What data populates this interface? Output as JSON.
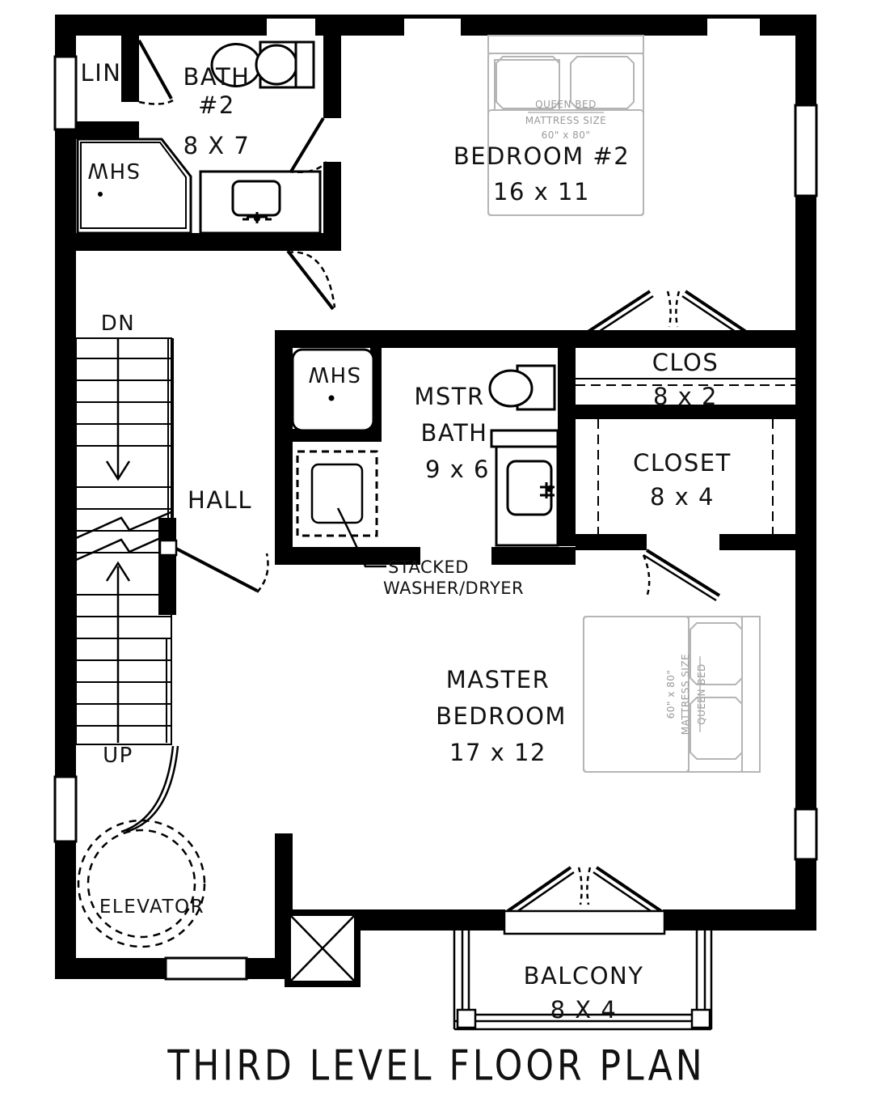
{
  "document": {
    "title": "THIRD LEVEL FLOOR PLAN",
    "type": "architectural-floor-plan",
    "line_color": "#000000",
    "background_color": "#ffffff",
    "furniture_line_color": "#9a9a9a"
  },
  "rooms": [
    {
      "id": "lin",
      "name": "LIN",
      "dimensions": ""
    },
    {
      "id": "bath2",
      "name": "BATH",
      "name2": "#2",
      "dimensions": "8 X 7"
    },
    {
      "id": "bedroom2",
      "name": "BEDROOM #2",
      "dimensions": "16 x 11"
    },
    {
      "id": "hall",
      "name": "HALL",
      "dimensions": ""
    },
    {
      "id": "mstr_bath",
      "name": "MSTR",
      "name2": "BATH",
      "dimensions": "9 x 6"
    },
    {
      "id": "clos",
      "name": "CLOS",
      "dimensions": "8 x 2"
    },
    {
      "id": "closet",
      "name": "CLOSET",
      "dimensions": "8 x 4"
    },
    {
      "id": "master_bedroom",
      "name": "MASTER",
      "name2": "BEDROOM",
      "dimensions": "17 x 12"
    },
    {
      "id": "balcony",
      "name": "BALCONY",
      "dimensions": "8 X 4"
    },
    {
      "id": "elevator",
      "name": "ELEVATOR",
      "dimensions": ""
    }
  ],
  "fixtures": {
    "shower_bath2": "SHW",
    "shower_mstr": "SHW",
    "washer_dryer_note_line1": "STACKED",
    "washer_dryer_note_line2": "WASHER/DRYER"
  },
  "stairs": {
    "down_label": "DN",
    "up_label": "UP"
  },
  "beds": {
    "bedroom2": {
      "label": "QUEEN BED",
      "sub1": "MATTRESS SIZE",
      "sub2": "60\" x 80\""
    },
    "master": {
      "label": "QUEEN BED",
      "sub1": "MATTRESS SIZE",
      "sub2": "60\" x 80\""
    }
  }
}
